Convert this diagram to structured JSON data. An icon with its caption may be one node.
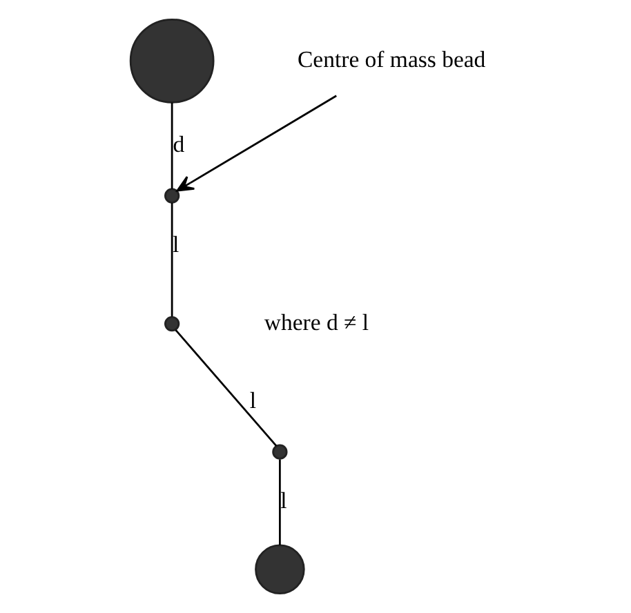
{
  "diagram": {
    "nodes": [
      {
        "text": [],
        "shape": "circle"
      },
      {
        "text": [],
        "shape": "circle"
      },
      {
        "text": [],
        "shape": "circle"
      },
      {
        "text": [],
        "shape": "circle"
      },
      {
        "text": [],
        "shape": "circle"
      },
      {
        "text": [
          "Centre of mass bead"
        ]
      }
    ],
    "edges": [
      {
        "from": 0,
        "to": 1,
        "arrow": "none",
        "label": "l"
      },
      {
        "from": 1,
        "to": 2,
        "arrow": "none",
        "label": "l"
      },
      {
        "from": 2,
        "to": 3,
        "arrow": "none",
        "label": "l"
      },
      {
        "from": 3,
        "to": 4,
        "arrow": "none",
        "label": "d"
      },
      {
        "from": 5,
        "to": 3,
        "arrow": "to"
      }
    ],
    "labels": [
      "where d ≠ l"
    ]
  }
}
